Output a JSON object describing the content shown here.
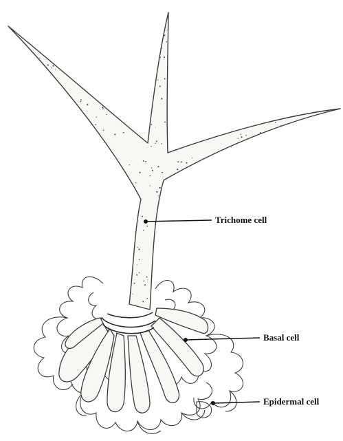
{
  "labels": {
    "trichome": "Trichome cell",
    "basal": "Basal cell",
    "epidermal": "Epidermal cell"
  },
  "colors": {
    "outline": "#3a3a3a",
    "stipple": "#555555",
    "fill": "#f7f7f4",
    "leader": "#111111"
  }
}
